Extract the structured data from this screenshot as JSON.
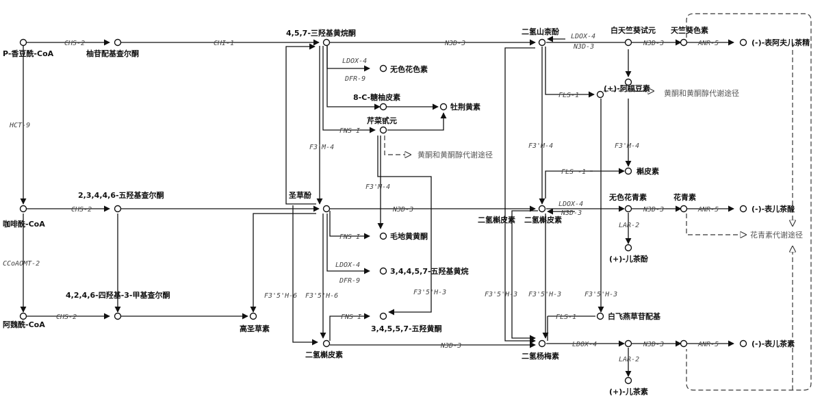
{
  "compounds": {
    "p_coumaroyl_coa": "P-香豆酰-CoA",
    "naringenin_chalcone": "柚苷配基查尔酮",
    "naringenin": "4,5,7-三羟基黄烷酮",
    "dihydrokaempferol": "二氢山柰酚",
    "kaempferol_label": "白天竺葵试元",
    "pelargonidin": "天竺葵色素",
    "epiafzelechin": "(-)-表阿夫儿茶精",
    "afzelechin": "(+)-阿福豆素",
    "leucopelargonidin": "无色花色素",
    "kaempferol": "8-C-糖柚皮素",
    "vitexin": "牡荆黄素",
    "apigenin": "芹菜甙元",
    "caffeoyl_coa": "咖啡酰-CoA",
    "pentahydroxychalcone": "2,3,4,4,6-五羟基查尔酮",
    "eriodictyol": "圣草酚",
    "luteolin": "毛地黄黄酮",
    "pentahydroxyflavanone": "3,4,4,5,7-五羟基黄烷",
    "quercetin_label": "二氢槲皮素",
    "quercetin": "槲皮素",
    "leucocyanidin": "无色花青素",
    "cyanidin": "花青素",
    "epicatechin": "(-)-表儿茶酸",
    "catechin_a": "(+)-儿茶酚",
    "feruloyl_coa": "阿魏酰-CoA",
    "tetrahydroxychalcone": "4,2,4,6-四羟基-3-甲基查尔酮",
    "homoeriodictyol": "高圣草素",
    "tricetin": "3,4,5,5,7-五羟黄酮",
    "dihydroquercetin": "二氢槲皮素",
    "dihydromyricetin": "二氢杨梅素",
    "myricetin": "白飞燕草苷配基",
    "epigallocatechin": "(-)-表儿茶素",
    "gallocatechin": "(+)-儿茶素",
    "dihydroquercetin_mid": "二氢槲皮素"
  },
  "enzymes": {
    "chs2": "CHS-2",
    "chi1": "CHI-1",
    "n3d3": "N3D-3",
    "ldox4": "LDOX-4",
    "anr5": "ANR-5",
    "dfr9": "DFR-9",
    "fns1": "FNS I",
    "fls1": "FLS-1",
    "fls1b": "FLS -1",
    "f3m4": "F3'M-4",
    "f35h6": "F3'5'H-6",
    "f35h3": "F3'5'H-3",
    "hct9": "HCT-9",
    "ccoaomt2": "CCoAOMT-2",
    "lar2": "LAR-2"
  },
  "pathways": {
    "flavone_flavonol_1": "黄酮和黄酮醇代谢途径",
    "flavone_flavonol_2": "黄酮和黄酮醇代谢途径",
    "anthocyanin": "花青素代谢途径"
  },
  "colors": {
    "line": "#111111",
    "enzyme": "#444444",
    "background": "#ffffff"
  }
}
